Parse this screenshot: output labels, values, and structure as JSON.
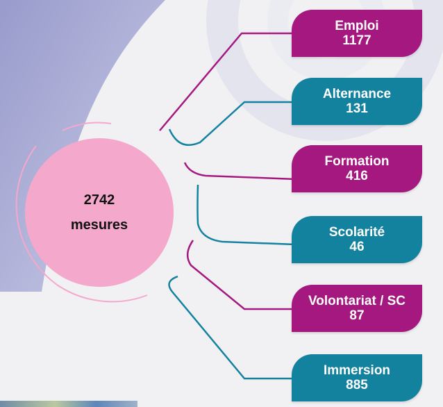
{
  "center": {
    "count": "2742",
    "unit": "mesures",
    "color": "#f4a8cb"
  },
  "categories": [
    {
      "label": "Emploi",
      "value": "1177",
      "color": "#a5187f"
    },
    {
      "label": "Alternance",
      "value": "131",
      "color": "#13829e"
    },
    {
      "label": "Formation",
      "value": "416",
      "color": "#a5187f"
    },
    {
      "label": "Scolarité",
      "value": "46",
      "color": "#13829e"
    },
    {
      "label": "Volontariat / SC",
      "value": "87",
      "color": "#a5187f"
    },
    {
      "label": "Immersion",
      "value": "885",
      "color": "#13829e"
    }
  ]
}
